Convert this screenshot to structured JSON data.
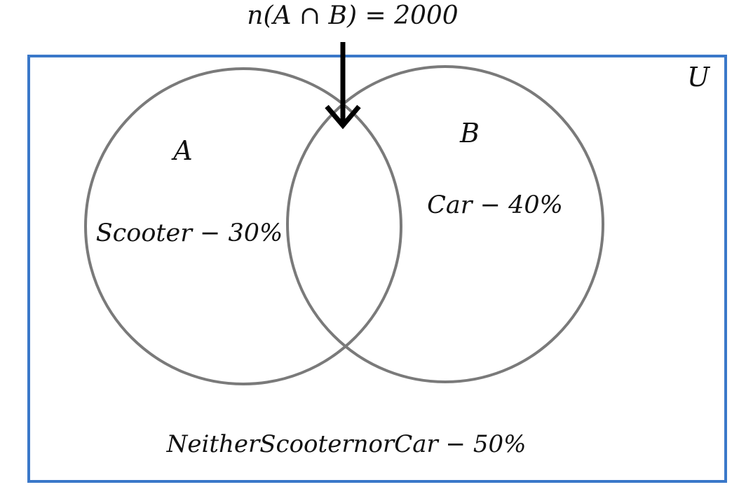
{
  "diagram": {
    "type": "venn",
    "intersection_label": "n(A ∩ B) = 2000",
    "universe_label": "U",
    "set_a": {
      "name": "A",
      "label": "Scooter − 30%",
      "percent": 30
    },
    "set_b": {
      "name": "B",
      "label": "Car − 40%",
      "percent": 40
    },
    "neither_label": "NeitherScooternorCar − 50%",
    "neither_percent": 50,
    "intersection_count": 2000,
    "colors": {
      "universe_border": "#3a78c9",
      "circle_stroke": "#7a7a7a",
      "text": "#111111",
      "arrow": "#000000"
    }
  }
}
